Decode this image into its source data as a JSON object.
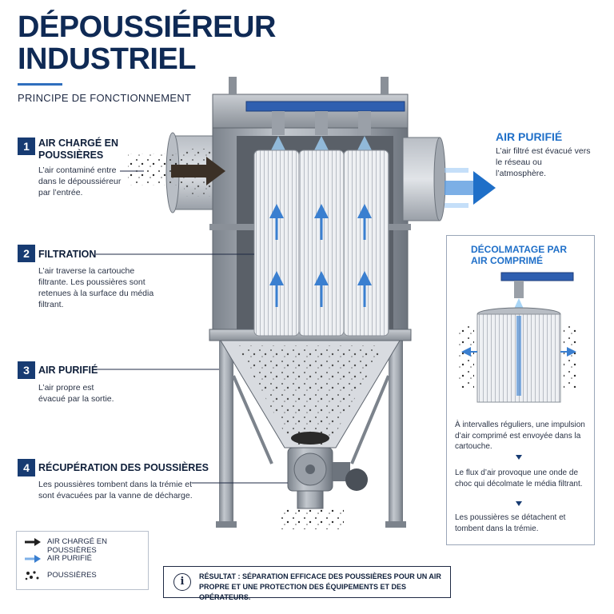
{
  "header": {
    "title": "DÉPOUSSIÉREUR INDUSTRIEL",
    "subtitle": "PRINCIPE DE FONCTIONNEMENT"
  },
  "steps": [
    {
      "number": "1",
      "title": "AIR CHARGÉ EN POUSSIÈRES",
      "body": "L’air contaminé entre dans le dépoussiéreur par l’entrée."
    },
    {
      "number": "2",
      "title": "FILTRATION",
      "body": "L’air traverse la cartouche filtrante. Les poussières sont retenues à la surface du média filtrant."
    },
    {
      "number": "3",
      "title": "AIR PURIFIÉ",
      "body": "L’air propre est évacué par la sortie."
    },
    {
      "number": "4",
      "title": "RÉCUPÉRATION DES POUSSIÈRES",
      "body": "Les poussières tombent dans la trémie et sont évacuées par la vanne de décharge."
    }
  ],
  "outlet": {
    "title": "AIR PURIFIÉ",
    "body": "L’air filtré est évacué vers le réseau ou l’atmosphère."
  },
  "panel": {
    "title": "DÉCOLMATAGE PAR AIR COMPRIMÉ",
    "items": [
      "À intervalles réguliers, une impulsion d’air comprimé est envoyée dans la cartouche.",
      "Le flux d’air provoque une onde de choc qui décolmate le média filtrant.",
      "Les poussières se détachent et tombent dans la trémie."
    ]
  },
  "legend": {
    "items": [
      {
        "icon": "dark-arrow-icon",
        "label": "AIR CHARGÉ EN POUSSIÈRES"
      },
      {
        "icon": "blue-arrow-icon",
        "label": "AIR PURIFIÉ"
      },
      {
        "icon": "dust-dots-icon",
        "label": "POUSSIÈRES"
      }
    ]
  },
  "result": {
    "icon": "info-icon",
    "text": "RÉSULTAT : SÉPARATION EFFICACE DES POUSSIÈRES POUR UN AIR PROPRE ET UNE PROTECTION DES ÉQUIPEMENTS ET DES OPÉRATEURS."
  },
  "colors": {
    "navy": "#173b72",
    "accent_blue": "#1f6fc8",
    "steel": "#8e959e",
    "filter": "#e8ebef"
  }
}
